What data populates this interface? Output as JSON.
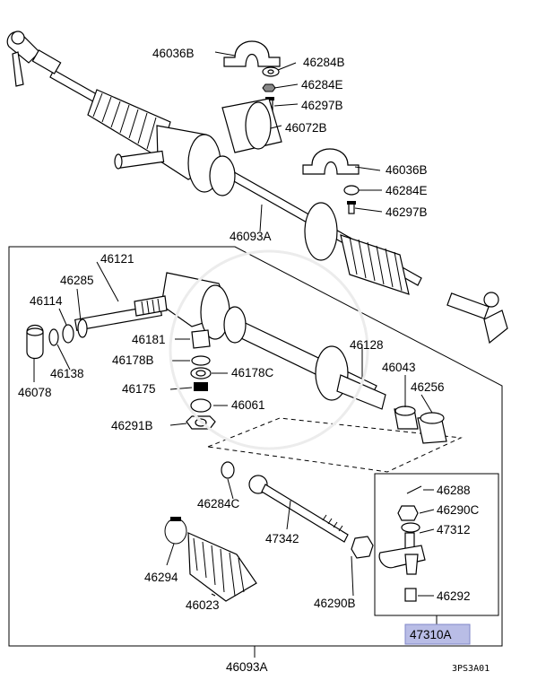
{
  "labels": {
    "p46036B_top": "46036B",
    "p46284B": "46284B",
    "p46284E_top": "46284E",
    "p46297B_top": "46297B",
    "p46072B": "46072B",
    "p46036B_right": "46036B",
    "p46284E_right": "46284E",
    "p46297B_right": "46297B",
    "p46093A_top": "46093A",
    "p46121": "46121",
    "p46285": "46285",
    "p46114": "46114",
    "p46138": "46138",
    "p46078": "46078",
    "p46181": "46181",
    "p46178B": "46178B",
    "p46178C": "46178C",
    "p46175": "46175",
    "p46061": "46061",
    "p46291B": "46291B",
    "p46128": "46128",
    "p46043": "46043",
    "p46256": "46256",
    "p46284C": "46284C",
    "p47342": "47342",
    "p46294": "46294",
    "p46023": "46023",
    "p46290B": "46290B",
    "p46288": "46288",
    "p46290C": "46290C",
    "p47312": "47312",
    "p46292": "46292",
    "p47310A": "47310A",
    "p46093A_bottom": "46093A"
  },
  "diagram_ref": "3PS3A01",
  "highlight_color": "#b9bde6"
}
